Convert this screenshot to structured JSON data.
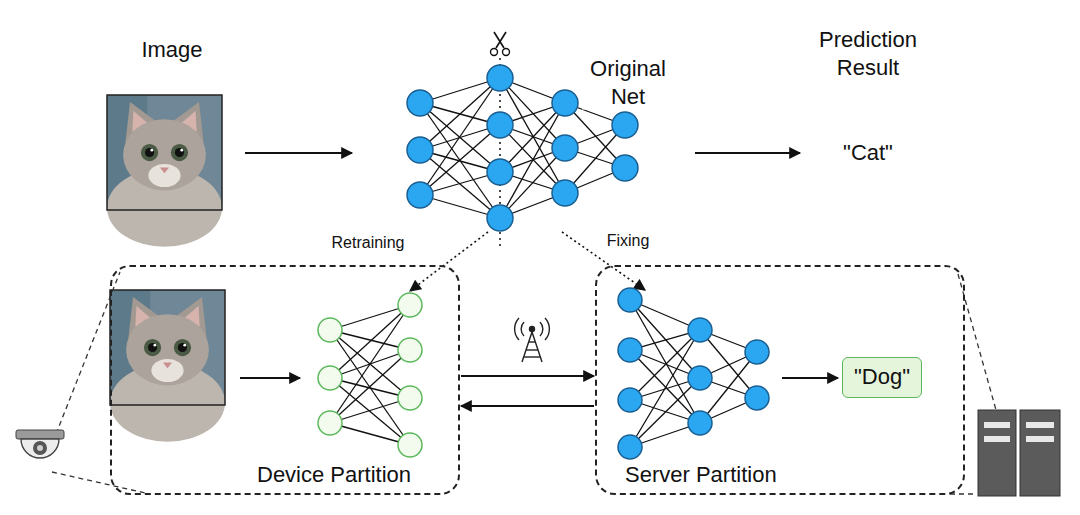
{
  "diagram": {
    "nodes": [
      {
        "text": [
          "Device Partition"
        ]
      },
      {
        "text": [
          "Server Partition"
        ]
      },
      {
        "text": [
          "\"Dog\""
        ],
        "in": 1
      }
    ],
    "edges": [
      {
        "from": 0,
        "to": 1,
        "arrow": "to"
      },
      {
        "from": 1,
        "to": 0,
        "arrow": "to"
      }
    ],
    "labels": [
      "Image",
      "Original Net",
      "Prediction Result",
      "\"Cat\"",
      "Retraining",
      "Fixing"
    ]
  }
}
